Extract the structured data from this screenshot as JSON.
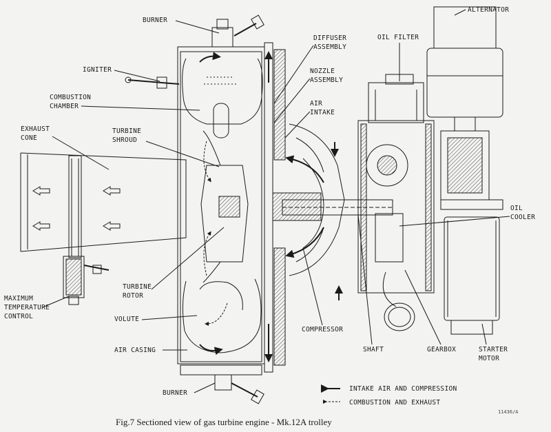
{
  "labels": {
    "burner_top": "BURNER",
    "igniter": "IGNITER",
    "combustion_chamber": [
      "COMBUSTION",
      "CHAMBER"
    ],
    "exhaust_cone": [
      "EXHAUST",
      "CONE"
    ],
    "turbine_shroud": [
      "TURBINE",
      "SHROUD"
    ],
    "diffuser_assembly": [
      "DIFFUSER",
      "ASSEMBLY"
    ],
    "nozzle_assembly": [
      "NOZZLE",
      "ASSEMBLY"
    ],
    "air_intake": [
      "AIR",
      "INTAKE"
    ],
    "oil_filter": "OIL FILTER",
    "alternator": "ALTERNATOR",
    "oil_cooler": [
      "OIL",
      "COOLER"
    ],
    "maximum_temperature_control": [
      "MAXIMUM",
      "TEMPERATURE",
      "CONTROL"
    ],
    "turbine_rotor": [
      "TURBINE",
      "ROTOR"
    ],
    "volute": "VOLUTE",
    "compressor": "COMPRESSOR",
    "shaft": "SHAFT",
    "gearbox": "GEARBOX",
    "starter_motor": [
      "STARTER",
      "MOTOR"
    ],
    "air_casing": "AIR CASING",
    "burner_bottom": "BURNER"
  },
  "legend": {
    "intake": "INTAKE AIR AND COMPRESSION",
    "exhaust": "COMBUSTION AND EXHAUST"
  },
  "caption": "Fig.7  Sectioned view of gas turbine engine - Mk.12A trolley",
  "reference": "11436/A"
}
